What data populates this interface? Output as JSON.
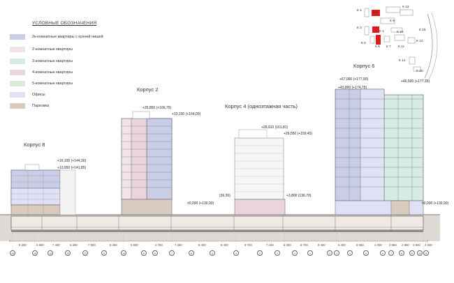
{
  "legend": {
    "title": "УСЛОВНЫЕ ОБОЗНАЧЕНИЯ",
    "items": [
      {
        "label": "2к-комнатные квартиры с кухней нишей",
        "color": "#c9cde6"
      },
      {
        "label": "2-комнатные квартиры",
        "color": "#f1e3ea"
      },
      {
        "label": "3-комнатные квартиры",
        "color": "#d6ece5"
      },
      {
        "label": "4-комнатные квартиры",
        "color": "#ead4de"
      },
      {
        "label": "5-комнатные квартиры",
        "color": "#dbedda"
      },
      {
        "label": "Офисы",
        "color": "#e1e1f5"
      },
      {
        "label": "Парковка",
        "color": "#d9cbbd"
      }
    ]
  },
  "buildings": {
    "k8": {
      "name": "Корпус 8",
      "elev_top": "+16,100 (+144,30)",
      "elev_2": "+13,650 (+141,85)"
    },
    "k2": {
      "name": "Корпус 2",
      "elev_top": "+35,850 (+166,75)",
      "elev_2": "+33,100 (+164,00)",
      "elev_ground": "±0,000 (+130,90)"
    },
    "k4": {
      "name": "Корпус 4 (одноэтажная часть)",
      "elev_top": "+28,910 (161,81)",
      "elev_2": "+26,550 (+159,45)",
      "elev_3": "+3,800 (136,70)",
      "elev_left": "(36,30)"
    },
    "k6": {
      "name": "Корпус 6",
      "elev_top": "+67,000 (+177,90)",
      "elev_2": "+43,800 (+174,75)",
      "elev_3": "+46,500 (+177,35)",
      "elev_ground": "±0,000 (+130,90)"
    }
  },
  "site_plan": {
    "labels": [
      "К 1",
      "К 2",
      "К 13",
      "К 9",
      "К 3",
      "К 4",
      "К 10",
      "К 16",
      "К 5",
      "К 6",
      "К 7",
      "К 11",
      "К 12",
      "К 14",
      "К 15"
    ],
    "highlight_color": "#e01b1b"
  },
  "dimensions": [
    "8 250",
    "6 600",
    "7 400",
    "6 250",
    "7 800",
    "8 250",
    "6 600",
    "2 750",
    "7 250",
    "8 400",
    "8 400",
    "9 700",
    "7 100",
    "6 300",
    "6 700",
    "8 400",
    "6 400",
    "6 650",
    "4 000",
    "3 950",
    "2 950",
    "3 900",
    "2 200"
  ],
  "axes": [
    "16",
    "15",
    "14",
    "13",
    "12",
    "11",
    "10",
    "9",
    "8",
    "7",
    "6",
    "5",
    "4",
    "3",
    "2",
    "1",
    "1",
    "2",
    "3",
    "4",
    "5",
    "6",
    "7",
    "8",
    "9",
    "10",
    "11"
  ]
}
